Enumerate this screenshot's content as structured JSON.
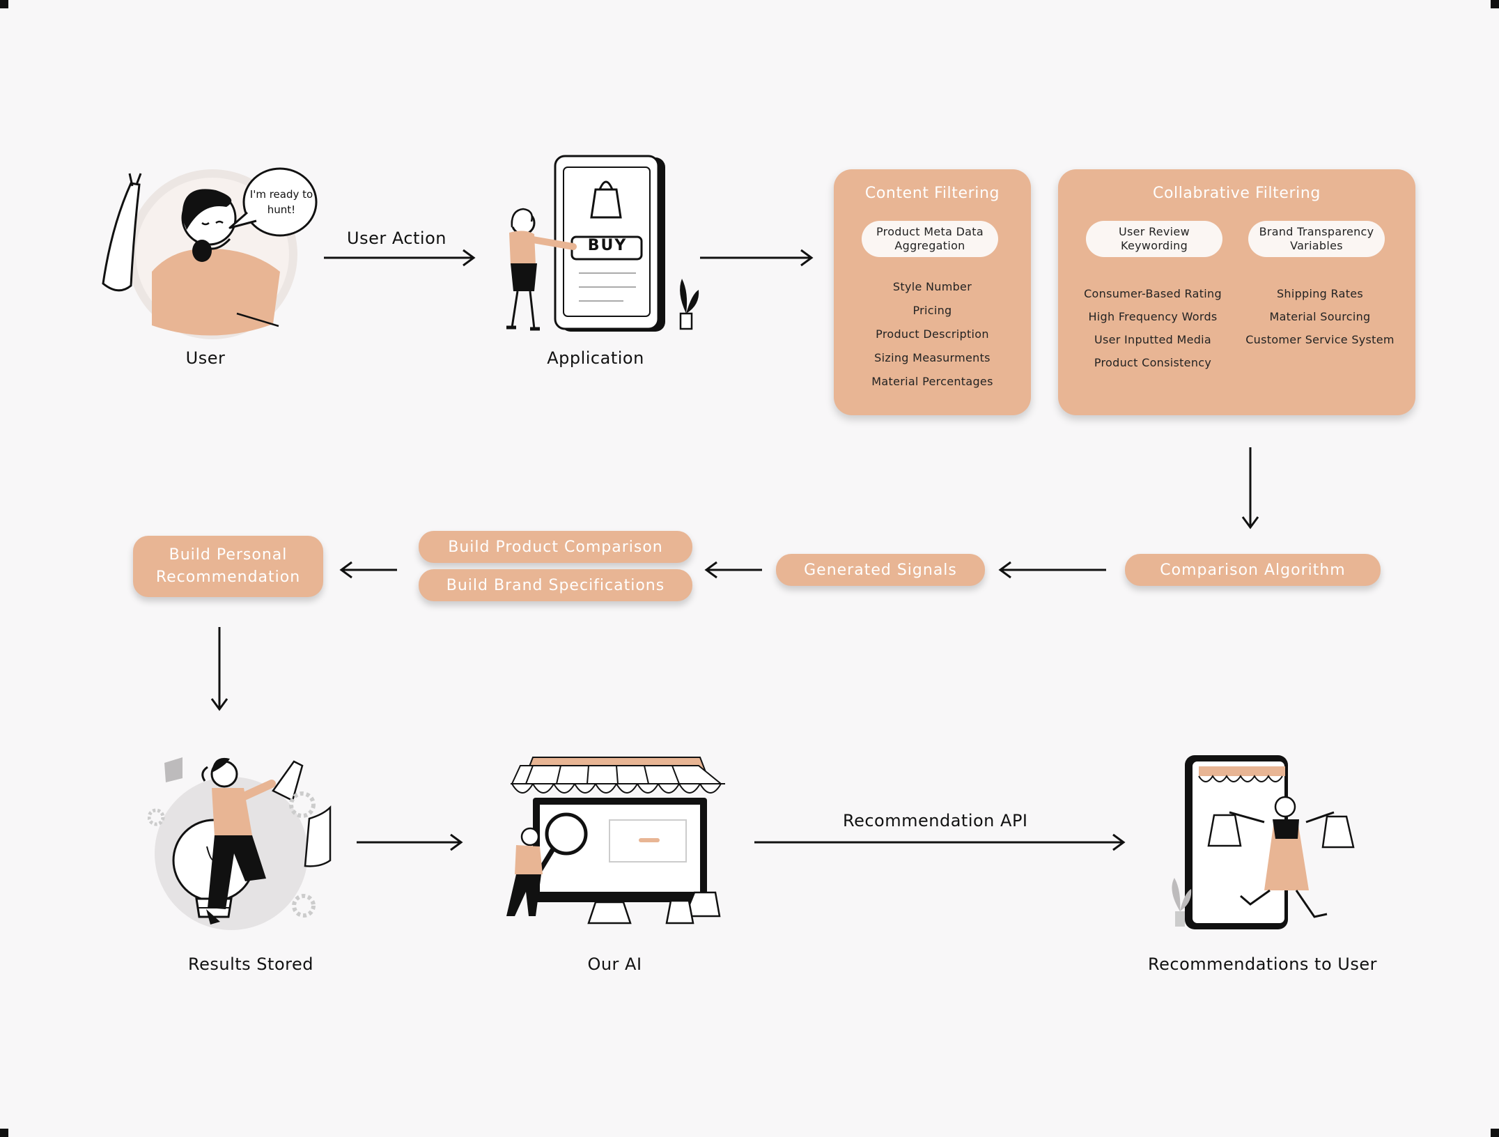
{
  "nodes": {
    "user": "User",
    "user_speech": "I'm ready to hunt!",
    "application": "Application",
    "buy_button": "BUY",
    "results_stored": "Results Stored",
    "our_ai": "Our AI",
    "recommendations_to_user": "Recommendations to User"
  },
  "edges": {
    "user_action": "User Action",
    "recommendation_api": "Recommendation API"
  },
  "content_filtering": {
    "title": "Content Filtering",
    "pill": "Product Meta Data Aggregation",
    "items": [
      "Style Number",
      "Pricing",
      "Product Description",
      "Sizing Measurments",
      "Material Percentages"
    ]
  },
  "collaborative_filtering": {
    "title": "Collabrative Filtering",
    "pill_left": "User Review Keywording",
    "pill_right": "Brand Transparency Variables",
    "items_left": [
      "Consumer-Based Rating",
      "High Frequency Words",
      "User Inputted Media",
      "Product Consistency"
    ],
    "items_right": [
      "Shipping Rates",
      "Material Sourcing",
      "Customer Service System"
    ]
  },
  "steps": {
    "comparison_algorithm": "Comparison Algorithm",
    "generated_signals": "Generated Signals",
    "build_product_comparison": "Build Product Comparison",
    "build_brand_specifications": "Build Brand Specifications",
    "build_personal_recommendation": "Build Personal Recommendation"
  },
  "colors": {
    "accent": "#e8b594",
    "background": "#f8f7f8",
    "ink": "#111111"
  }
}
